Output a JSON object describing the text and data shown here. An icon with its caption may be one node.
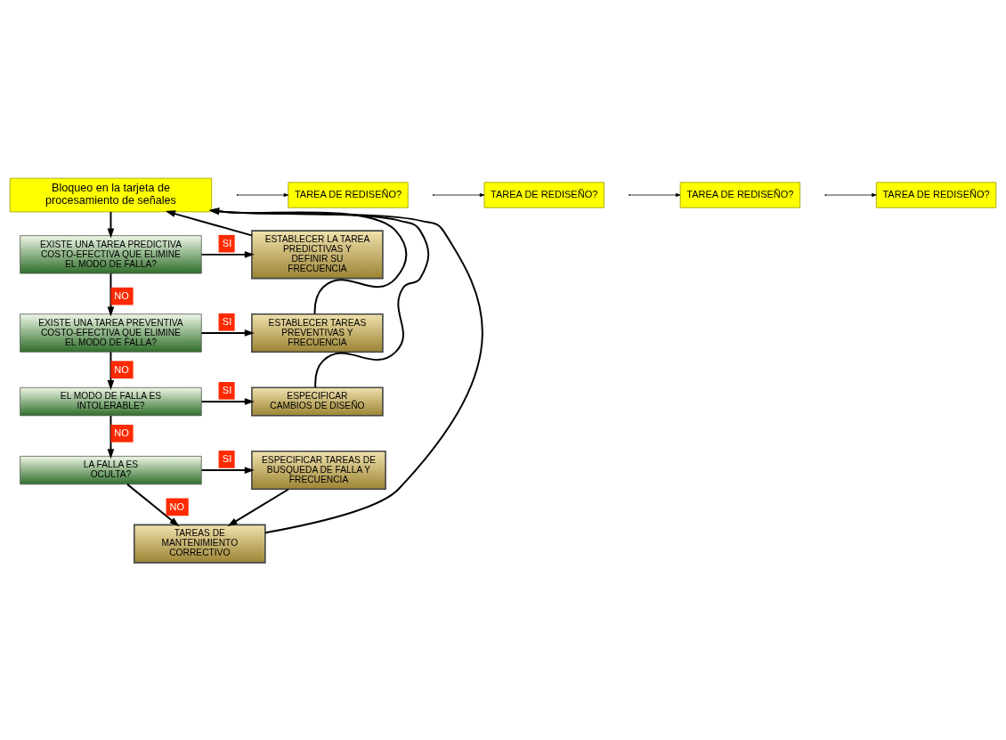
{
  "diagram": {
    "nodes": [
      {
        "text": [
          "Bloqueo en la tarjeta de procesamiento de señales"
        ]
      },
      {
        "text": [
          "TAREA DE REDISEÑO?"
        ]
      },
      {
        "text": [
          "EXISTE UNA TAREA PREDICTIVA COSTO-EFECTIVA QUE ELIMINE EL MODO DE FALLA?"
        ]
      },
      {
        "text": [
          "ESTABLECER LA TAREA PREDICTIVAS Y DEFINIR SU FRECUENCIA"
        ]
      },
      {
        "text": [
          "TAREA DE REDISEÑO?"
        ]
      },
      {
        "text": [
          "EXISTE UNA TAREA PREVENTIVA COSTO-EFECTIVA QUE ELIMINE EL MODO DE FALLA?"
        ]
      },
      {
        "text": [
          "ESTABLECER TAREAS PREVENTIVAS Y FRECUENCIA"
        ]
      },
      {
        "text": [
          "TAREA DE REDISEÑO?"
        ]
      },
      {
        "text": [
          "EL MODO DE FALLA ES INTOLERABLE?"
        ]
      },
      {
        "text": [
          "ESPECIFICAR CAMBIOS DE DISEÑO"
        ]
      },
      {
        "text": [
          "LA FALLA ES OCULTA?"
        ]
      },
      {
        "text": [
          "ESPECIFICAR TAREAS DE BUSQUEDA DE FALLA Y FRECUENCIA"
        ]
      },
      {
        "text": [
          "TAREA DE REDISEÑO?"
        ]
      },
      {
        "text": [
          "TAREAS DE MANTENIMIENTO CORRECTIVO"
        ]
      }
    ],
    "edges": [
      {
        "from": 0,
        "to": 2,
        "arrow": "to"
      },
      {
        "from": null,
        "to": 1,
        "arrow": "to"
      },
      {
        "from": 2,
        "to": 3,
        "arrow": "to",
        "label": "SI"
      },
      {
        "from": 2,
        "to": 5,
        "arrow": "to",
        "label": "NO"
      },
      {
        "from": null,
        "to": 4,
        "arrow": "to"
      },
      {
        "from": 3,
        "to": 0,
        "arrow": "to"
      },
      {
        "from": 5,
        "to": 6,
        "arrow": "to",
        "label": "SI"
      },
      {
        "from": 5,
        "to": 8,
        "arrow": "to",
        "label": "NO"
      },
      {
        "from": null,
        "to": 7,
        "arrow": "to"
      },
      {
        "from": 6,
        "to": 0,
        "arrow": "to"
      },
      {
        "from": 8,
        "to": 9,
        "arrow": "to",
        "label": "SI"
      },
      {
        "from": 8,
        "to": 10,
        "arrow": "to",
        "label": "NO"
      },
      {
        "from": 9,
        "to": 0,
        "arrow": "to"
      },
      {
        "from": 10,
        "to": 11,
        "arrow": "to",
        "label": "SI"
      },
      {
        "from": 10,
        "to": 13,
        "arrow": "to",
        "label": "NO"
      },
      {
        "from": null,
        "to": 12,
        "arrow": "to"
      },
      {
        "from": 11,
        "to": 13,
        "arrow": "to"
      },
      {
        "from": 13,
        "to": 0,
        "arrow": "to"
      }
    ]
  }
}
